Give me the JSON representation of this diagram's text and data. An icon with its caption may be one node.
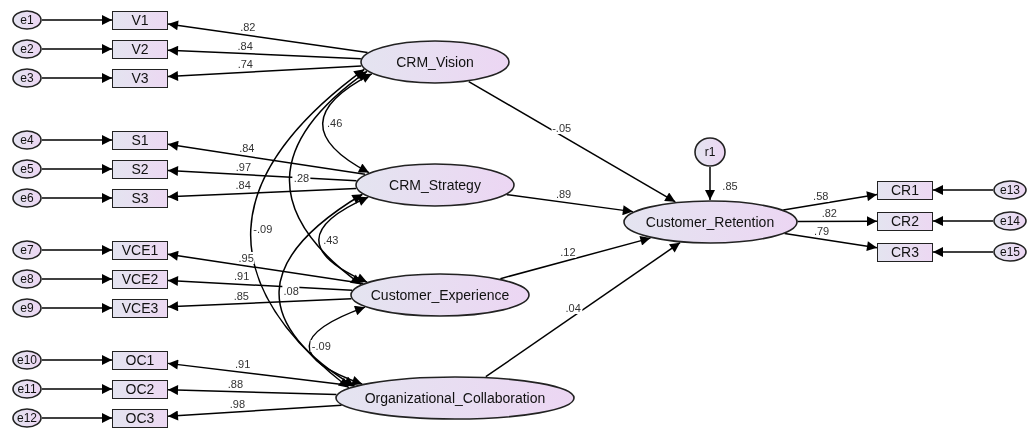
{
  "diagram": {
    "nodes": [
      {
        "text": [
          "e1"
        ]
      },
      {
        "text": [
          "e2"
        ]
      },
      {
        "text": [
          "e3"
        ]
      },
      {
        "text": [
          "e4"
        ]
      },
      {
        "text": [
          "e5"
        ]
      },
      {
        "text": [
          "e6"
        ]
      },
      {
        "text": [
          "e7"
        ]
      },
      {
        "text": [
          "e8"
        ]
      },
      {
        "text": [
          "e9"
        ]
      },
      {
        "text": [
          "e10"
        ]
      },
      {
        "text": [
          "e11"
        ]
      },
      {
        "text": [
          "e12"
        ]
      },
      {
        "text": [
          "V1"
        ]
      },
      {
        "text": [
          "V2"
        ]
      },
      {
        "text": [
          "V3"
        ]
      },
      {
        "text": [
          "S1"
        ]
      },
      {
        "text": [
          "S2"
        ]
      },
      {
        "text": [
          "S3"
        ]
      },
      {
        "text": [
          "VCE1"
        ]
      },
      {
        "text": [
          "VCE2"
        ]
      },
      {
        "text": [
          "VCE3"
        ]
      },
      {
        "text": [
          "OC1"
        ]
      },
      {
        "text": [
          "OC2"
        ]
      },
      {
        "text": [
          "OC3"
        ]
      },
      {
        "text": [
          "CRM_Vision"
        ]
      },
      {
        "text": [
          "CRM_Strategy"
        ]
      },
      {
        "text": [
          "Customer_Experience"
        ]
      },
      {
        "text": [
          "Organizational_Collaboration"
        ]
      },
      {
        "text": [
          "Customer_Retention"
        ],
        "beside": [
          ".85"
        ]
      },
      {
        "text": [
          "r1"
        ]
      },
      {
        "text": [
          "CR1"
        ]
      },
      {
        "text": [
          "CR2"
        ]
      },
      {
        "text": [
          "CR3"
        ]
      },
      {
        "text": [
          "e13"
        ]
      },
      {
        "text": [
          "e14"
        ]
      },
      {
        "text": [
          "e15"
        ]
      }
    ],
    "edges": [
      {
        "from": 0,
        "to": 12,
        "arrow": "to"
      },
      {
        "from": 1,
        "to": 13,
        "arrow": "to"
      },
      {
        "from": 2,
        "to": 14,
        "arrow": "to"
      },
      {
        "from": 3,
        "to": 15,
        "arrow": "to"
      },
      {
        "from": 4,
        "to": 16,
        "arrow": "to"
      },
      {
        "from": 5,
        "to": 17,
        "arrow": "to"
      },
      {
        "from": 6,
        "to": 18,
        "arrow": "to"
      },
      {
        "from": 7,
        "to": 19,
        "arrow": "to"
      },
      {
        "from": 8,
        "to": 20,
        "arrow": "to"
      },
      {
        "from": 9,
        "to": 21,
        "arrow": "to"
      },
      {
        "from": 10,
        "to": 22,
        "arrow": "to"
      },
      {
        "from": 11,
        "to": 23,
        "arrow": "to"
      },
      {
        "from": 24,
        "to": 12,
        "arrow": "to",
        "label": ".82"
      },
      {
        "from": 24,
        "to": 13,
        "arrow": "to",
        "label": ".84"
      },
      {
        "from": 24,
        "to": 14,
        "arrow": "to",
        "label": ".74"
      },
      {
        "from": 25,
        "to": 15,
        "arrow": "to",
        "label": ".84"
      },
      {
        "from": 25,
        "to": 16,
        "arrow": "to",
        "label": ".97"
      },
      {
        "from": 25,
        "to": 17,
        "arrow": "to",
        "label": ".84"
      },
      {
        "from": 26,
        "to": 18,
        "arrow": "to",
        "label": ".95"
      },
      {
        "from": 26,
        "to": 19,
        "arrow": "to",
        "label": ".91"
      },
      {
        "from": 26,
        "to": 20,
        "arrow": "to",
        "label": ".85"
      },
      {
        "from": 27,
        "to": 21,
        "arrow": "to",
        "label": ".91"
      },
      {
        "from": 27,
        "to": 22,
        "arrow": "to",
        "label": ".88"
      },
      {
        "from": 27,
        "to": 23,
        "arrow": "to",
        "label": ".98"
      },
      {
        "from": 24,
        "to": 25,
        "arrow": "both",
        "label": ".46"
      },
      {
        "from": 24,
        "to": 26,
        "arrow": "both",
        "label": ".28"
      },
      {
        "from": 24,
        "to": 27,
        "arrow": "both",
        "label": "-.09"
      },
      {
        "from": 25,
        "to": 26,
        "arrow": "both",
        "label": ".43"
      },
      {
        "from": 25,
        "to": 27,
        "arrow": "both",
        "label": ".08"
      },
      {
        "from": 26,
        "to": 27,
        "arrow": "both",
        "label": "-.09"
      },
      {
        "from": 24,
        "to": 28,
        "arrow": "to",
        "label": "-.05"
      },
      {
        "from": 25,
        "to": 28,
        "arrow": "to",
        "label": ".89"
      },
      {
        "from": 26,
        "to": 28,
        "arrow": "to",
        "label": ".12"
      },
      {
        "from": 27,
        "to": 28,
        "arrow": "to",
        "label": ".04"
      },
      {
        "from": 29,
        "to": 28,
        "arrow": "to"
      },
      {
        "from": 28,
        "to": 30,
        "arrow": "to",
        "label": ".58"
      },
      {
        "from": 28,
        "to": 31,
        "arrow": "to",
        "label": ".82"
      },
      {
        "from": 28,
        "to": 32,
        "arrow": "to",
        "label": ".79"
      },
      {
        "from": 33,
        "to": 30,
        "arrow": "to"
      },
      {
        "from": 34,
        "to": 31,
        "arrow": "to"
      },
      {
        "from": 35,
        "to": 32,
        "arrow": "to"
      }
    ]
  }
}
